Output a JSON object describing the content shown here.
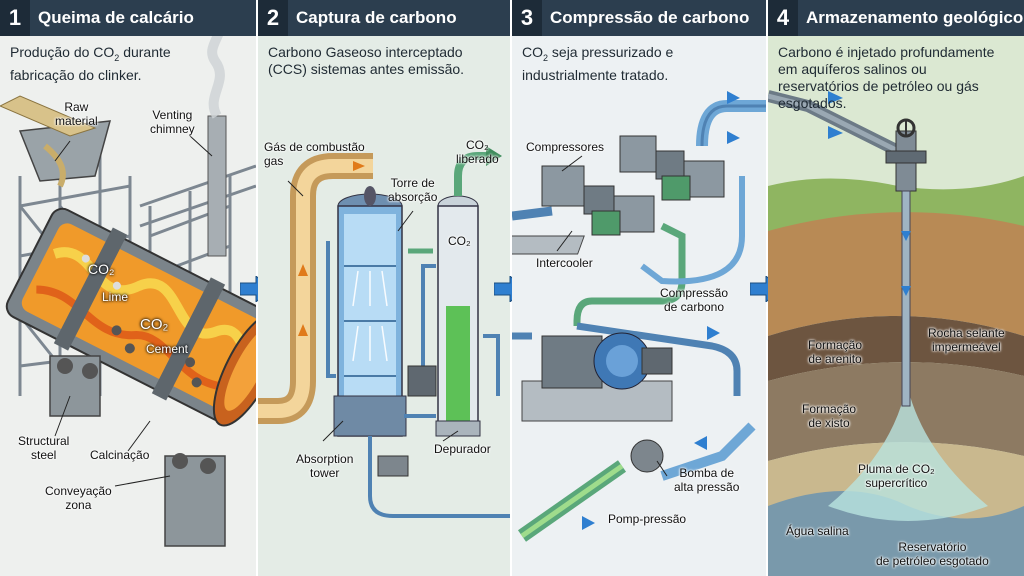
{
  "panels": [
    {
      "number": "1",
      "title": "Queima de calcário",
      "desc_before": "Produção do CO",
      "desc_sub": "2",
      "desc_after": " durante\nfabricação do clinker.",
      "labels": {
        "raw_material": "Raw\nmaterial",
        "venting_chimney": "Venting\nchimney",
        "co2": "CO₂",
        "lime": "Lime",
        "co2_b": "CO₂",
        "cement": "Cement",
        "structural_steel": "Structural\nsteel",
        "calcinacao": "Calcinação",
        "conveyor": "Conveyação\nzona"
      }
    },
    {
      "number": "2",
      "title": "Captura de carbono",
      "desc": "Carbono Gaseoso interceptado\n(CCS) sistemas antes emissão.",
      "labels": {
        "flue_gas": "Gás de combustão\ngas",
        "absorption_tower_pt": "Torre de\nabsorção",
        "co2_released": "CO₂\nliberado",
        "co2_column": "CO₂",
        "absorption_tower_en": "Absorption\ntower",
        "depurador": "Depurador"
      }
    },
    {
      "number": "3",
      "title": "Compressão de carbono",
      "desc_before": "CO",
      "desc_sub": "2",
      "desc_after": " seja pressurizado e\nindustrialmente tratado.",
      "labels": {
        "compressors": "Compressores",
        "intercooler": "Intercooler",
        "compression": "Compressão\nde carbono",
        "pump": "Bomba de\nalta pressão",
        "pump_pressure": "Pomp-pressão"
      }
    },
    {
      "number": "4",
      "title": "Armazenamento geológico",
      "desc": "Carbono é injetado profundamente\nem aquíferos salinos ou\nreservatórios de petróleo ou gás\nesgotados.",
      "labels": {
        "sandstone": "Formação\nde arenito",
        "caprock": "Rocha selante\nimpermeável",
        "shale": "Formação\nde xisto",
        "plume": "Pluma de CO₂\nsupercrítico",
        "saline_water": "Água salina",
        "reservoir": "Reservatório\nde petróleo esgotado"
      }
    }
  ]
}
